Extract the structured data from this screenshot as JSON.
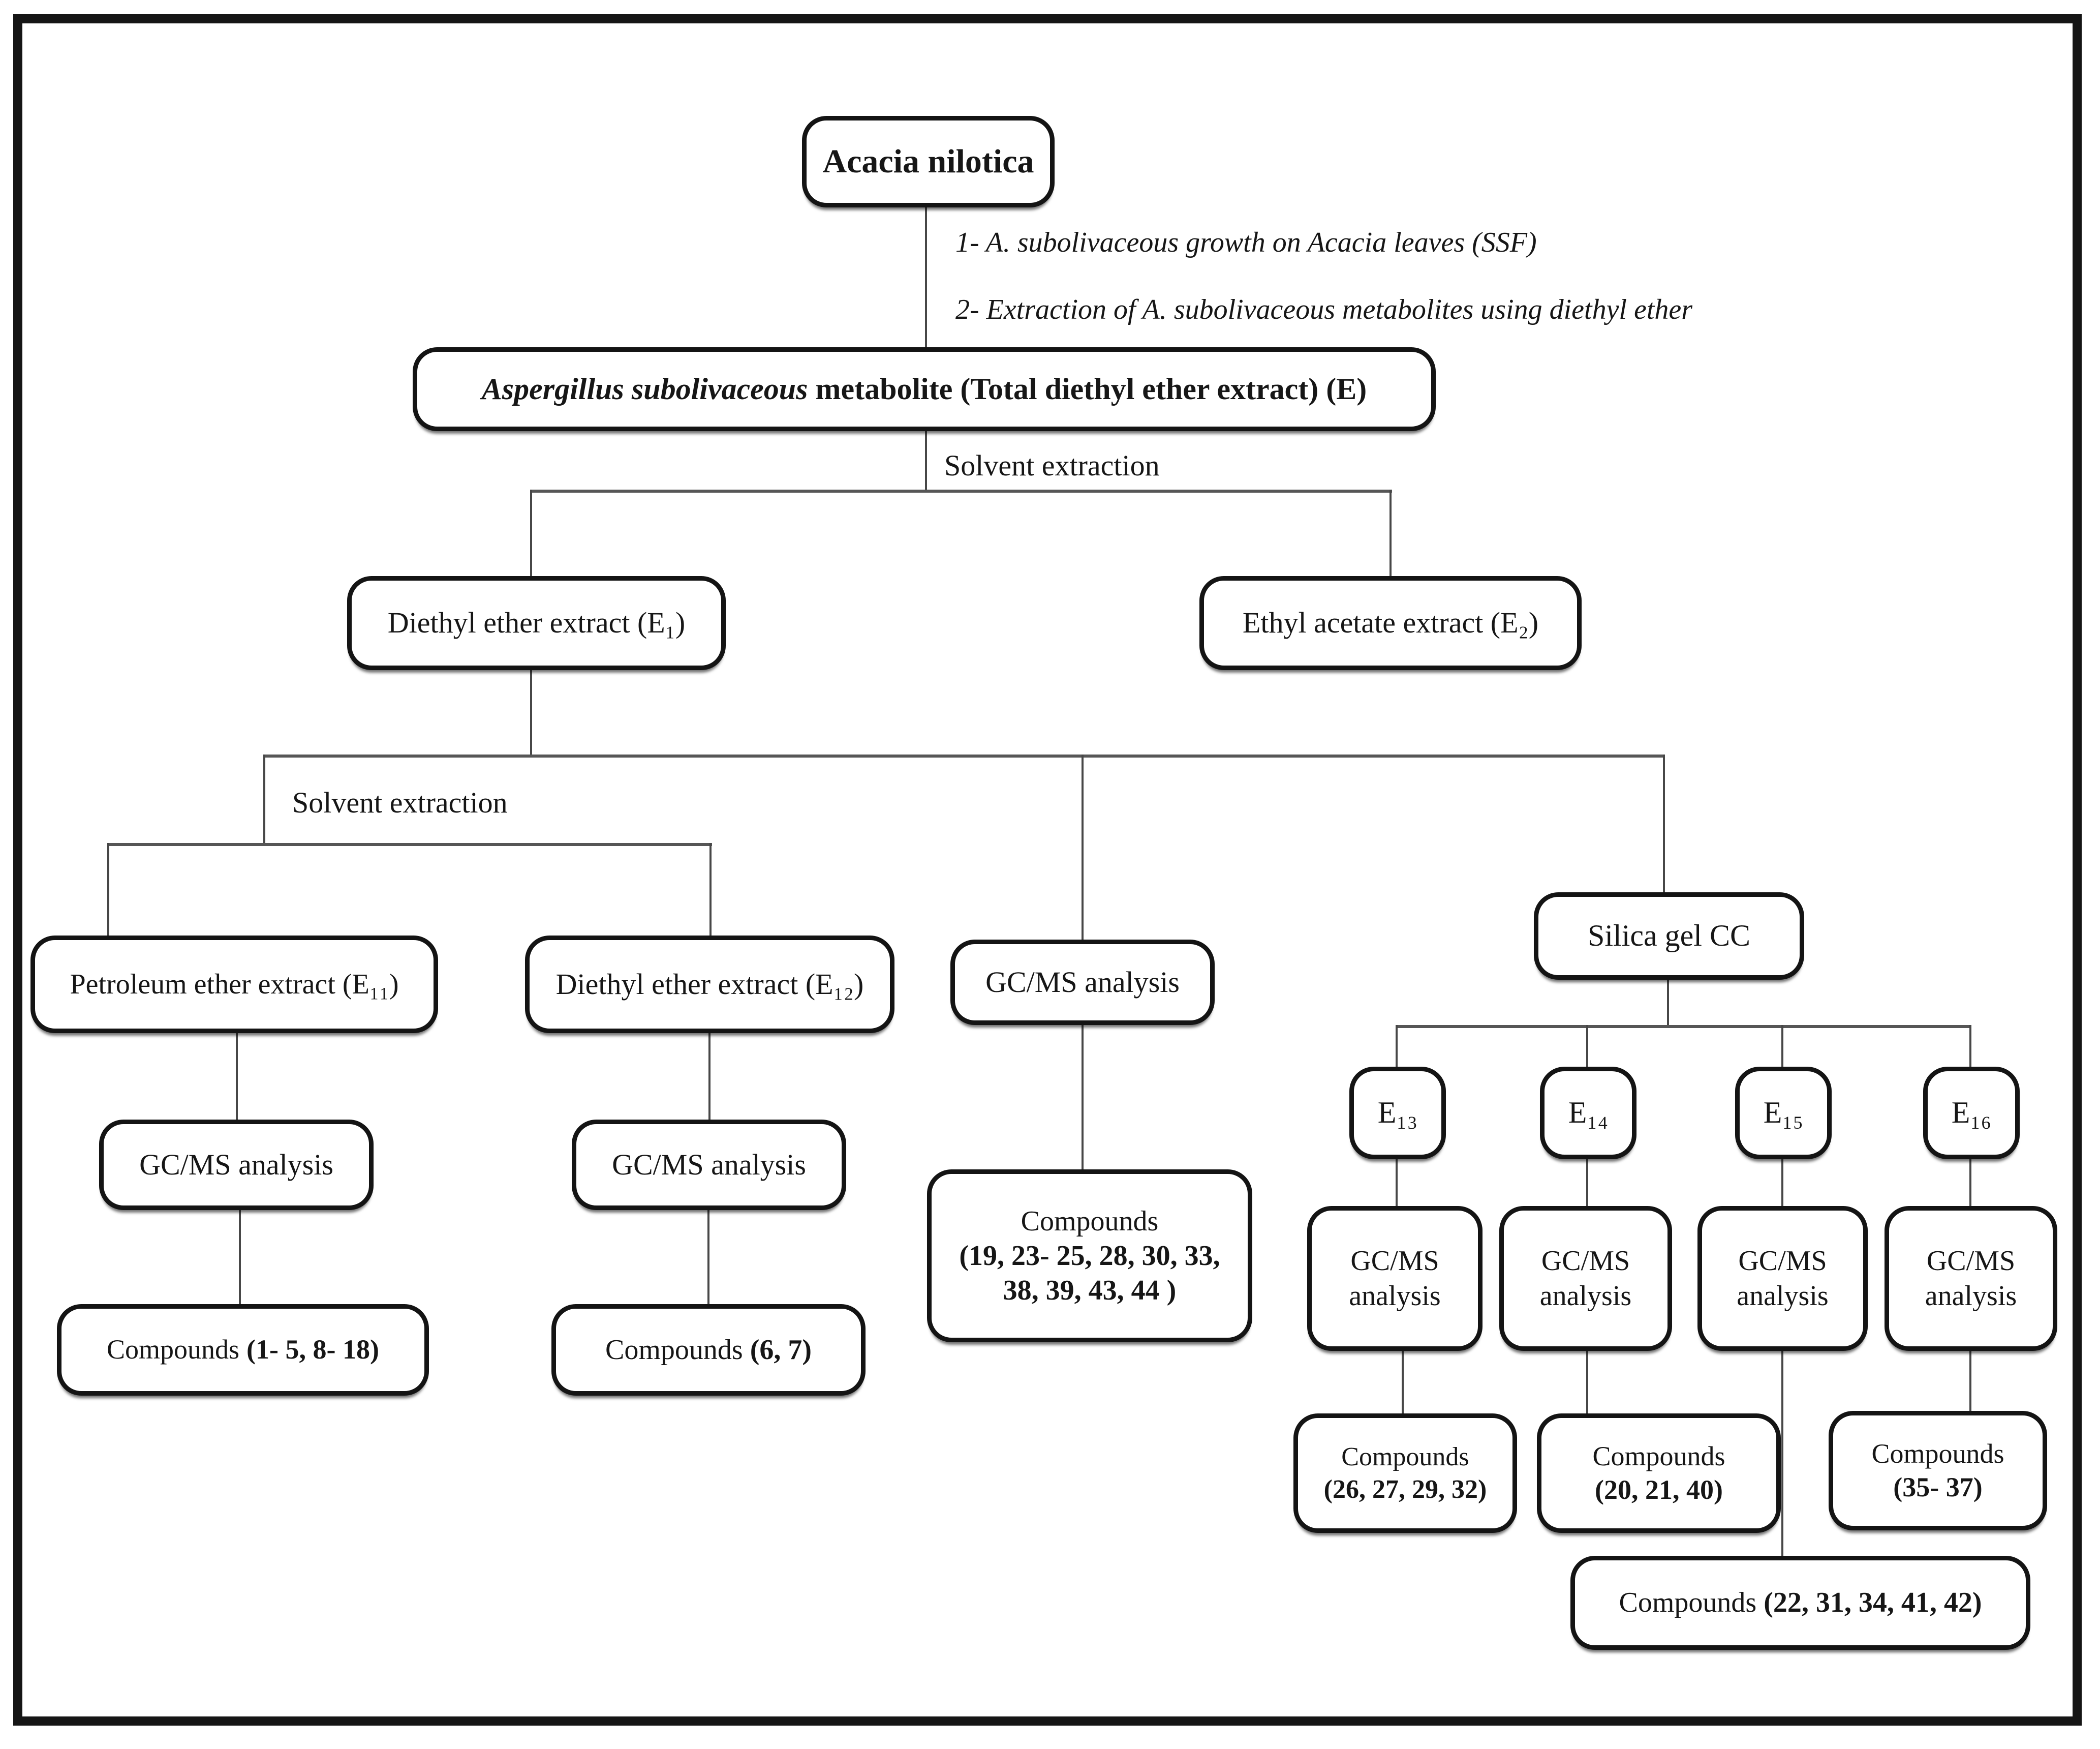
{
  "colors": {
    "background": "#ffffff",
    "frame": "#151515",
    "box_border": "#141414",
    "connector_line": "#474747",
    "text": "#161616"
  },
  "diagram": {
    "root": {
      "label": "Acacia nilotica"
    },
    "process_notes": {
      "note1": "1- A. subolivaceous growth on Acacia leaves (SSF)",
      "note2": "2- Extraction of A. subolivaceous metabolites using diethyl ether"
    },
    "metabolite_box": {
      "name_italic": "Aspergillus subolivaceous",
      "name_rest": " metabolite (Total diethyl ether extract) (E)"
    },
    "solvent_extraction_top": "Solvent extraction",
    "solvent_extraction_mid": "Solvent extraction",
    "extract_e1": {
      "label": "Diethyl ether extract (E₁)"
    },
    "extract_e2": {
      "label": "Ethyl acetate extract (E₂)"
    },
    "branch_e11": {
      "box": "Petroleum ether extract (E₁₁)",
      "gcms": "GC/MS analysis",
      "compounds_word": "Compounds",
      "compounds_nums": "(1- 5, 8- 18)"
    },
    "branch_e12": {
      "box": "Diethyl ether extract (E₁₂)",
      "gcms": "GC/MS analysis",
      "compounds_word": "Compounds",
      "compounds_nums": "(6, 7)"
    },
    "branch_direct": {
      "gcms": "GC/MS analysis",
      "compounds_word": "Compounds",
      "compounds_nums_line1": "(19, 23- 25, 28, 30, 33,",
      "compounds_nums_line2": "38, 39, 43, 44 )"
    },
    "silica": {
      "box": "Silica gel CC",
      "fractions": [
        {
          "id": "E₁₃",
          "gcms_line1": "GC/MS",
          "gcms_line2": "analysis",
          "compounds_word": "Compounds",
          "compounds_nums": "(26, 27, 29, 32)"
        },
        {
          "id": "E₁₄",
          "gcms_line1": "GC/MS",
          "gcms_line2": "analysis",
          "compounds_word": "Compounds",
          "compounds_nums": "(20, 21, 40)"
        },
        {
          "id": "E₁₅",
          "gcms_line1": "GC/MS",
          "gcms_line2": "analysis"
        },
        {
          "id": "E₁₆",
          "gcms_line1": "GC/MS",
          "gcms_line2": "analysis",
          "compounds_word": "Compounds",
          "compounds_nums": "(35- 37)"
        }
      ],
      "shared_compounds": {
        "word": "Compounds",
        "nums": "(22, 31, 34, 41, 42)"
      }
    }
  }
}
